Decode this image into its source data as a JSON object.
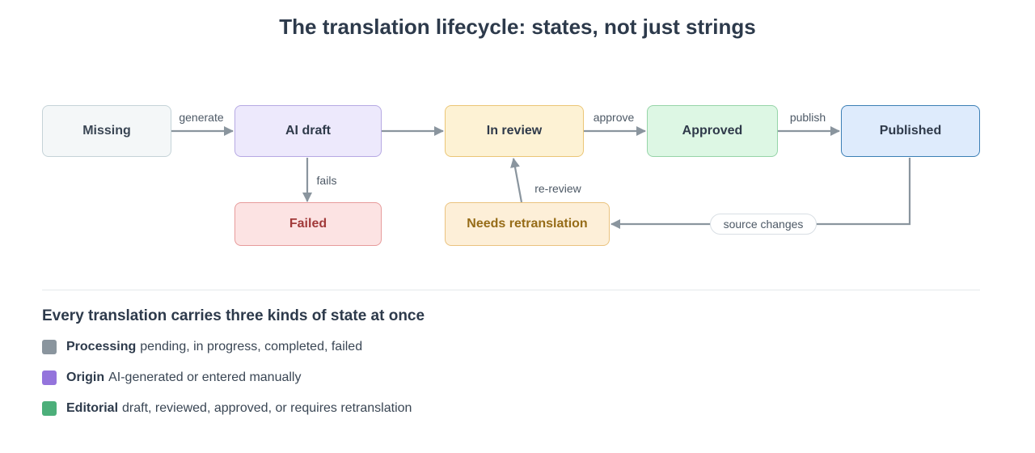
{
  "title": "The translation lifecycle: states, not just strings",
  "colors": {
    "arrow": "#8a959e",
    "processing": "#8a959e",
    "origin": "#9474dc",
    "editorial": "#4caf7a"
  },
  "nodes": {
    "missing": "Missing",
    "ai_draft": "AI draft",
    "in_review": "In review",
    "approved": "Approved",
    "published": "Published",
    "failed": "Failed",
    "needs_retranslation": "Needs retranslation"
  },
  "edges": {
    "generate": "generate",
    "approve": "approve",
    "publish": "publish",
    "fails": "fails",
    "re_review": "re-review",
    "source_changes": "source changes"
  },
  "legend": {
    "heading": "Every translation carries three kinds of state at once",
    "items": [
      {
        "name": "Processing",
        "description": "pending, in progress, completed, failed"
      },
      {
        "name": "Origin",
        "description": "AI-generated or entered manually"
      },
      {
        "name": "Editorial",
        "description": "draft, reviewed, approved, or requires retranslation"
      }
    ]
  }
}
